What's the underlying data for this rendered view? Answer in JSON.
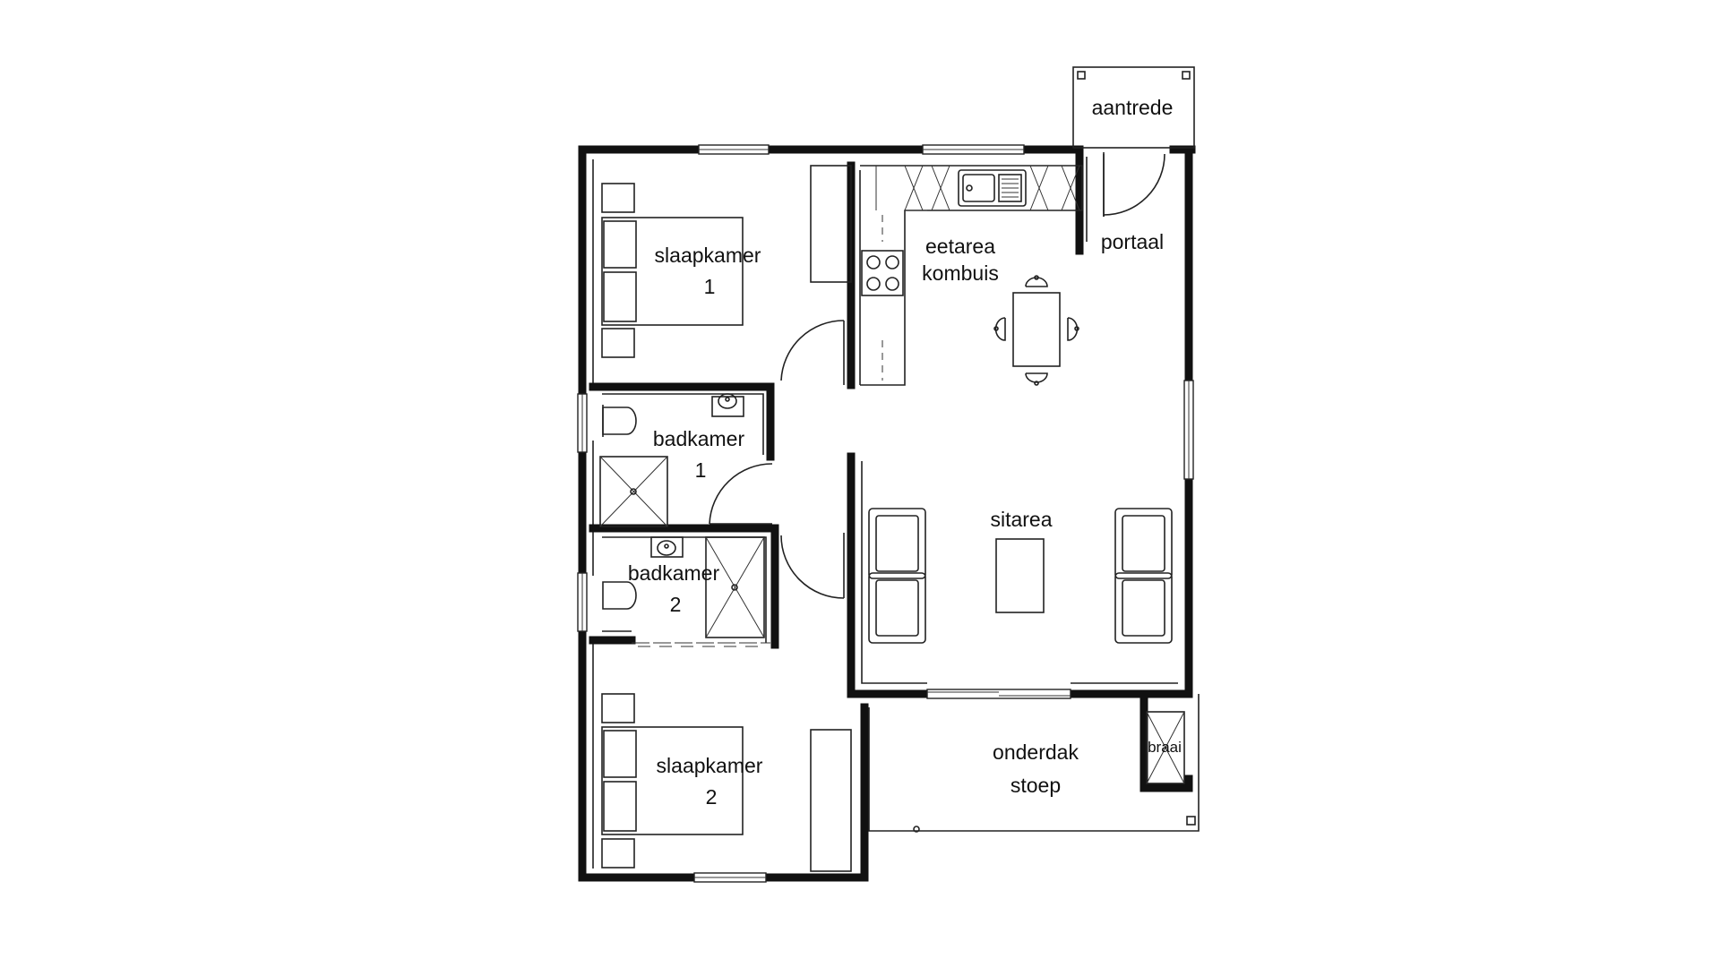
{
  "rooms": {
    "aantrede": "aantrede",
    "portaal": "portaal",
    "eetarea": "eetarea",
    "kombuis": "kombuis",
    "slaapkamer1_name": "slaapkamer",
    "slaapkamer1_num": "1",
    "badkamer1_name": "badkamer",
    "badkamer1_num": "1",
    "badkamer2_name": "badkamer",
    "badkamer2_num": "2",
    "slaapkamer2_name": "slaapkamer",
    "slaapkamer2_num": "2",
    "sitarea": "sitarea",
    "onderdak": "onderdak",
    "stoep": "stoep",
    "braai": "braai"
  },
  "icons": [
    "bed-icon",
    "wardrobe-icon",
    "toilet-icon",
    "shower-icon",
    "basin-icon",
    "sink-icon",
    "stove-icon",
    "dining-table-icon",
    "armchair-icon",
    "coffee-table-icon",
    "door-swing-icon",
    "window-icon",
    "braai-icon"
  ]
}
